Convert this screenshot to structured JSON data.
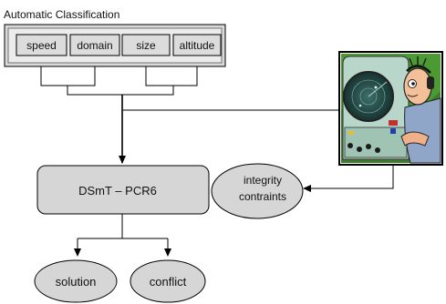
{
  "classification": {
    "title": "Automatic Classification",
    "features": [
      "speed",
      "domain",
      "size",
      "altitude"
    ]
  },
  "fusion": {
    "label": "DSmT – PCR6",
    "constraints_line1": "integrity",
    "constraints_line2": "contraints"
  },
  "outputs": {
    "solution": "solution",
    "conflict": "conflict"
  },
  "illustration": {
    "icon": "radar-operator-cartoon"
  }
}
